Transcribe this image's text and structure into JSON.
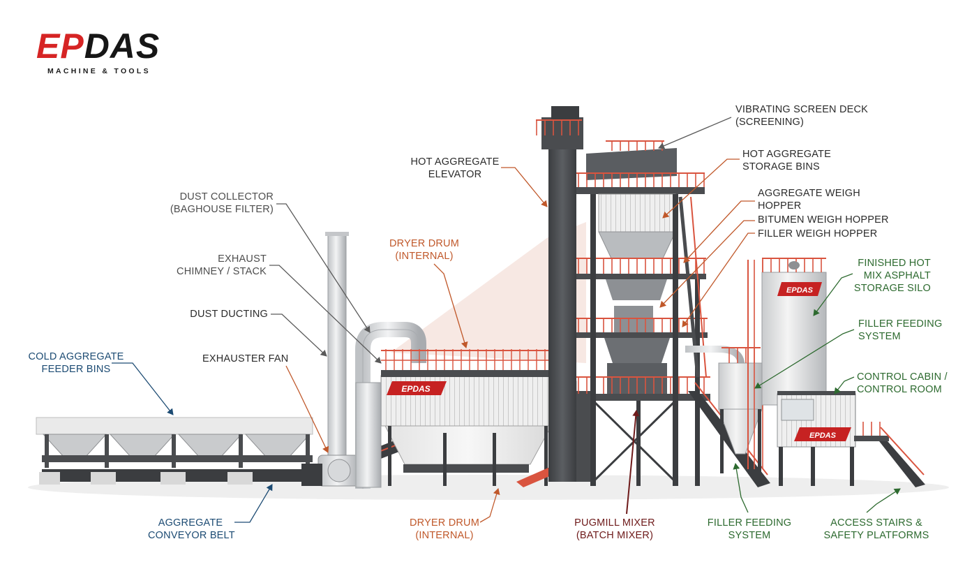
{
  "logo": {
    "ep": "EP",
    "das": "DAS",
    "tagline": "MACHINE & TOOLS",
    "badge": "EPDAS"
  },
  "labels": {
    "vibrating_screen": [
      "VIBRATING SCREEN DECK",
      "(SCREENING)"
    ],
    "hot_storage_bins": [
      "HOT AGGREGATE",
      "STORAGE BINS"
    ],
    "aggregate_weigh": [
      "AGGREGATE WEIGH",
      "HOPPER"
    ],
    "bitumen_weigh": [
      "BITUMEN WEIGH HOPPER"
    ],
    "filler_weigh": [
      "FILLER WEIGH HOPPER"
    ],
    "hot_elevator": [
      "HOT AGGREGATE",
      "ELEVATOR"
    ],
    "dust_collector": [
      "DUST COLLECTOR",
      "(BAGHOUSE FILTER)"
    ],
    "exhaust_chimney": [
      "EXHAUST",
      "CHIMNEY / STACK"
    ],
    "dust_ducting": [
      "DUST DUCTING"
    ],
    "dryer_drum_top": [
      "DRYER DRUM",
      "(INTERNAL)"
    ],
    "cold_feeder": [
      "COLD AGGREGATE",
      "FEEDER BINS"
    ],
    "exhauster_fan": [
      "EXHAUSTER FAN"
    ],
    "finished_silo": [
      "FINISHED HOT",
      "MIX ASPHALT",
      "STORAGE SILO"
    ],
    "filler_feeding_right": [
      "FILLER FEEDING",
      "SYSTEM"
    ],
    "control_cabin": [
      "CONTROL CABIN /",
      "CONTROL ROOM"
    ],
    "conveyor_belt": [
      "AGGREGATE",
      "CONVEYOR BELT"
    ],
    "dryer_drum_bottom": [
      "DRYER DRUM",
      "(INTERNAL)"
    ],
    "pugmill": [
      "PUGMILL MIXER",
      "(BATCH MIXER)"
    ],
    "filler_feeding_bottom": [
      "FILLER FEEDING",
      "SYSTEM"
    ],
    "access_stairs": [
      "ACCESS STAIRS &",
      "SAFETY PLATFORMS"
    ]
  },
  "colors": {
    "brand_red": "#d62424",
    "label_gray": "#4d4d4d",
    "label_orange": "#c0582a",
    "label_blue": "#1c4b73",
    "label_green": "#2d6a2f",
    "label_maroon": "#6e1a1a",
    "steel_dark": "#4a4c4f",
    "railing_red": "#d9543f"
  }
}
